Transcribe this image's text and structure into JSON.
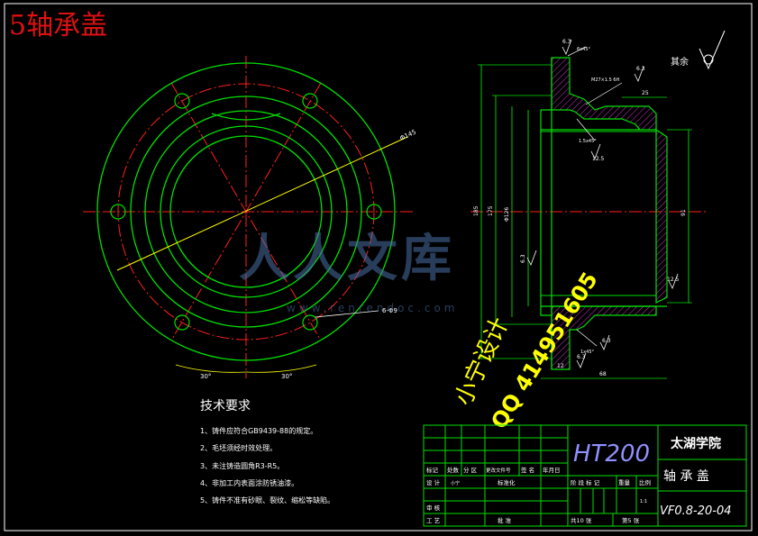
{
  "title": "5轴承盖",
  "dimensions": {
    "phi145": "Φ145",
    "holes": "6-Φ9",
    "angle_left": "30°",
    "angle_right": "30°",
    "chamfer_top": "6x45°",
    "chamfer_mid": "1.5x45°",
    "chamfer_bot": "1x45°",
    "thread": "M27×1.5 6H",
    "dim_25": "25",
    "dim_68": "68",
    "dim_12": "12",
    "dim_185": "185",
    "dim_175": "175",
    "dim_126": "Φ126",
    "dim_91": "91"
  },
  "roughness": {
    "r1": "6.3",
    "r2": "6.3",
    "r3": "12.5",
    "r4": "6.3",
    "r5": "12.5",
    "r6": "6.3",
    "r7": "6.3",
    "rest": "其余"
  },
  "watermark": {
    "brand": "人人文库",
    "url": "www.renrendoc.com",
    "designer": "小宁设计",
    "qq": "QQ 414951605"
  },
  "requirements": {
    "heading": "技术要求",
    "items": [
      "1、铸件应符合GB9439-88的规定。",
      "2、毛坯须经时效处理。",
      "3、未注铸造圆角R3-R5。",
      "4、非加工内表面涂防锈油漆。",
      "5、铸件不准有砂眼、裂纹、缩松等缺陷。"
    ]
  },
  "titleblock": {
    "material": "HT200",
    "school": "太湖学院",
    "part_name": "轴 承 盖",
    "drawing_no": "VF0.8-20-04",
    "scale_label": "比例",
    "scale": "1:1",
    "weight_label": "重量",
    "stage_label": "阶 段 标 记",
    "total_sheets": "共10 张",
    "sheet_no": "第5 张",
    "header": [
      "标记",
      "处数",
      "分 区",
      "更改文件号",
      "签 名",
      "年月日"
    ],
    "design": "设 计",
    "designer_name": "小宁",
    "standardize": "标准化",
    "review": "审 核",
    "process": "工 艺",
    "approve": "批 准"
  }
}
